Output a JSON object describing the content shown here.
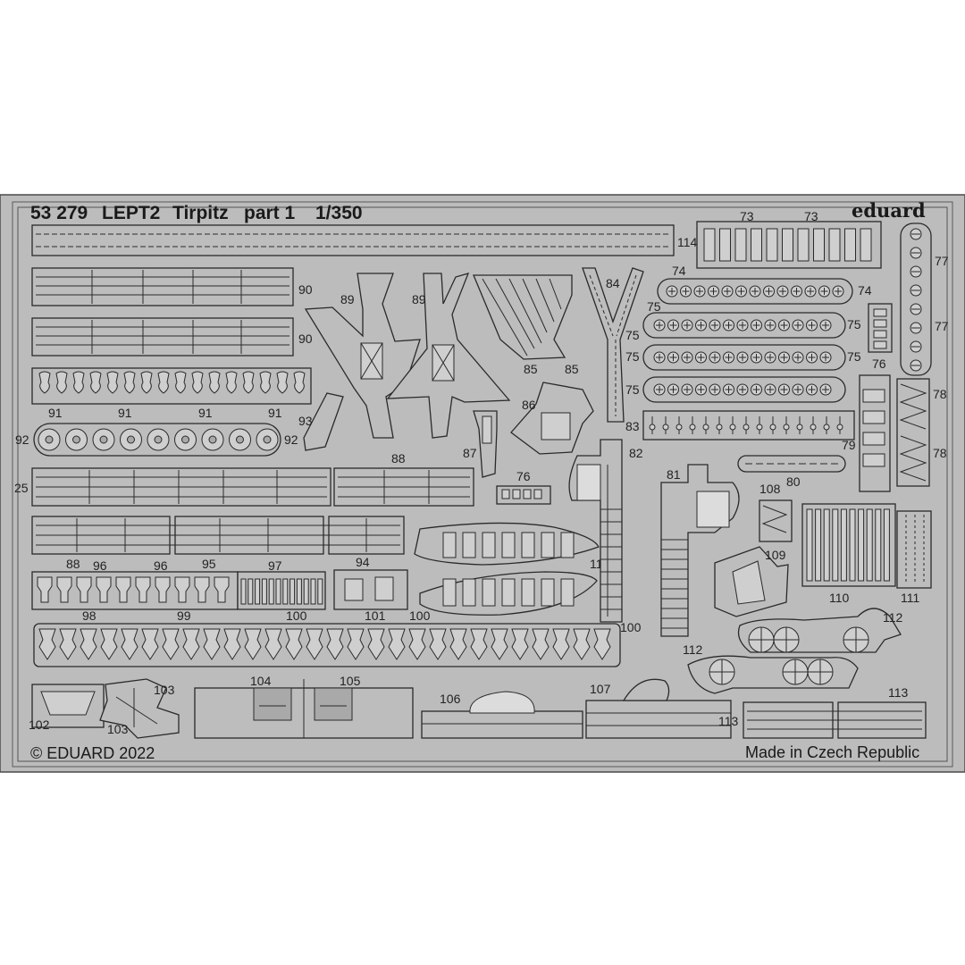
{
  "header": {
    "product_code": "53 279",
    "set_code": "LEPT2",
    "model": "Tirpitz",
    "part": "part 1",
    "scale": "1/350",
    "brand": "eduard"
  },
  "footer": {
    "copyright": "© EDUARD 2022",
    "origin": "Made in Czech Republic"
  },
  "part_numbers": {
    "p114": "114",
    "p73a": "73",
    "p73b": "73",
    "p74a": "74",
    "p74b": "74",
    "p75a": "75",
    "p75b": "75",
    "p75c": "75",
    "p75d": "75",
    "p75e": "75",
    "p75f": "75",
    "p76a": "76",
    "p76b": "76",
    "p77a": "77",
    "p77b": "77",
    "p78a": "78",
    "p78b": "78",
    "p79": "79",
    "p80": "80",
    "p81": "81",
    "p82": "82",
    "p83": "83",
    "p84": "84",
    "p85a": "85",
    "p85b": "85",
    "p86": "86",
    "p87": "87",
    "p88a": "88",
    "p88b": "88",
    "p89a": "89",
    "p89b": "89",
    "p90a": "90",
    "p90b": "90",
    "p91a": "91",
    "p91b": "91",
    "p91c": "91",
    "p91d": "91",
    "p92a": "92",
    "p92b": "92",
    "p93": "93",
    "p94": "94",
    "p95": "95",
    "p96a": "96",
    "p96b": "96",
    "p97": "97",
    "p98": "98",
    "p99": "99",
    "p100a": "100",
    "p100b": "100",
    "p100c": "100",
    "p101": "101",
    "p102": "102",
    "p103a": "103",
    "p103b": "103",
    "p104": "104",
    "p105": "105",
    "p106": "106",
    "p107": "107",
    "p108": "108",
    "p109": "109",
    "p110": "110",
    "p111": "111",
    "p112a": "112",
    "p112b": "112",
    "p113a": "113",
    "p113b": "113",
    "p115": "115",
    "p25": "25"
  }
}
